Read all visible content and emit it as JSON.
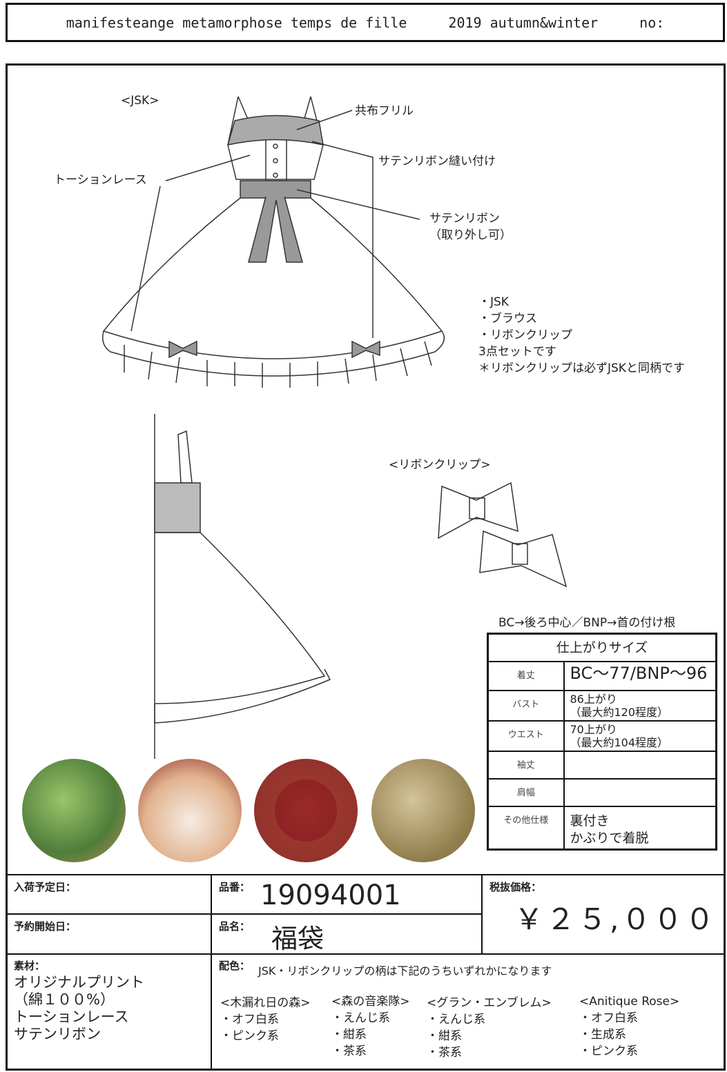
{
  "header": {
    "brand": "manifesteange metamorphose temps de fille",
    "season": "2019 autumn&winter",
    "no_label": "no:"
  },
  "drawing": {
    "jsk_title": "<JSK>",
    "callouts": {
      "frill": "共布フリル",
      "ribbon_sewn": "サテンリボン縫い付け",
      "lace": "トーションレース",
      "ribbon": "サテンリボン",
      "ribbon_note": "（取り外し可）"
    },
    "set_items": [
      "・JSK",
      "・ブラウス",
      "・リボンクリップ",
      "3点セットです",
      "＊リボンクリップは必ずJSKと同柄です"
    ],
    "clip_title": "<リボンクリップ>"
  },
  "sizes": {
    "note": "BC→後ろ中心／BNP→首の付け根",
    "title": "仕上がりサイズ",
    "rows": [
      {
        "k": "着丈",
        "v1": "BC～77/BNP～96",
        "v2": ""
      },
      {
        "k": "バスト",
        "v1": "86上がり",
        "v2": "（最大約120程度）"
      },
      {
        "k": "ウエスト",
        "v1": "70上がり",
        "v2": "（最大約104程度）"
      },
      {
        "k": "袖丈",
        "v1": "",
        "v2": ""
      },
      {
        "k": "肩幅",
        "v1": "",
        "v2": ""
      },
      {
        "k": "その他仕様",
        "v1": "裏付き",
        "v2": "かぶりで着脱"
      }
    ]
  },
  "swatches": [
    {
      "color": "#6a9a4a"
    },
    {
      "color": "#e9d7c9"
    },
    {
      "color": "#8a1f22"
    },
    {
      "color": "#b9a47a"
    }
  ],
  "info": {
    "arrival_label": "入荷予定日：",
    "reserve_label": "予約開始日：",
    "code_label": "品番：",
    "code": "19094001",
    "name_label": "品名：",
    "name": "福袋",
    "price_label": "税抜価格：",
    "price": "￥２５,０００",
    "material_label": "素材：",
    "materials": [
      "オリジナルプリント",
      "（綿１００%）",
      "トーションレース",
      "サテンリボン"
    ],
    "color_label": "配色：",
    "color_note": "JSK・リボンクリップの柄は下記のうちいずれかになります",
    "patterns": [
      {
        "name": "<木漏れ日の森>",
        "colors": [
          "・オフ白系",
          "・ピンク系"
        ]
      },
      {
        "name": "<森の音楽隊>",
        "colors": [
          "・えんじ系",
          "・紺系",
          "・茶系"
        ]
      },
      {
        "name": "<グラン・エンブレム>",
        "colors": [
          "・えんじ系",
          "・紺系",
          "・茶系"
        ]
      },
      {
        "name": "<Anitique Rose>",
        "colors": [
          "・オフ白系",
          "・生成系",
          "・ピンク系"
        ]
      }
    ]
  }
}
